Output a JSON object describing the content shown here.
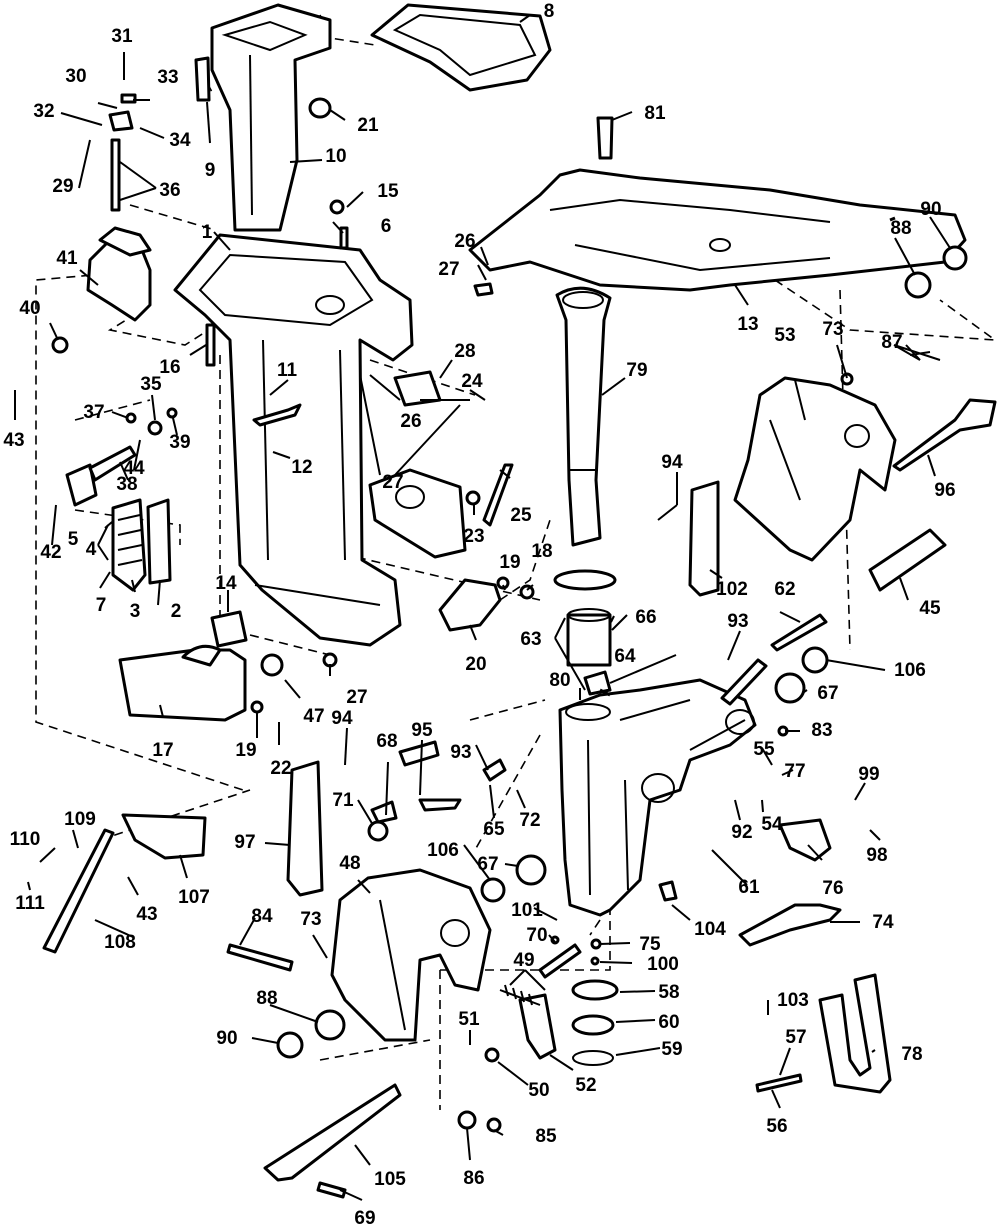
{
  "diagram": {
    "callouts": [
      "1",
      "2",
      "3",
      "4",
      "5",
      "6",
      "7",
      "8",
      "9",
      "10",
      "11",
      "12",
      "13",
      "14",
      "15",
      "16",
      "17",
      "18",
      "19",
      "19",
      "20",
      "21",
      "22",
      "23",
      "24",
      "25",
      "26",
      "26",
      "27",
      "27",
      "27",
      "28",
      "29",
      "30",
      "31",
      "32",
      "33",
      "34",
      "35",
      "36",
      "37",
      "38",
      "39",
      "40",
      "41",
      "42",
      "43",
      "43",
      "44",
      "45",
      "47",
      "48",
      "49",
      "50",
      "51",
      "52",
      "53",
      "54",
      "55",
      "56",
      "57",
      "58",
      "59",
      "60",
      "61",
      "62",
      "63",
      "64",
      "65",
      "66",
      "67",
      "67",
      "68",
      "69",
      "70",
      "71",
      "72",
      "73",
      "73",
      "74",
      "75",
      "76",
      "77",
      "78",
      "79",
      "80",
      "81",
      "83",
      "84",
      "85",
      "86",
      "87",
      "88",
      "88",
      "90",
      "90",
      "92",
      "93",
      "93",
      "94",
      "94",
      "95",
      "96",
      "97",
      "98",
      "99",
      "100",
      "101",
      "102",
      "103",
      "104",
      "105",
      "106",
      "106",
      "107",
      "108",
      "109",
      "110",
      "111"
    ]
  }
}
